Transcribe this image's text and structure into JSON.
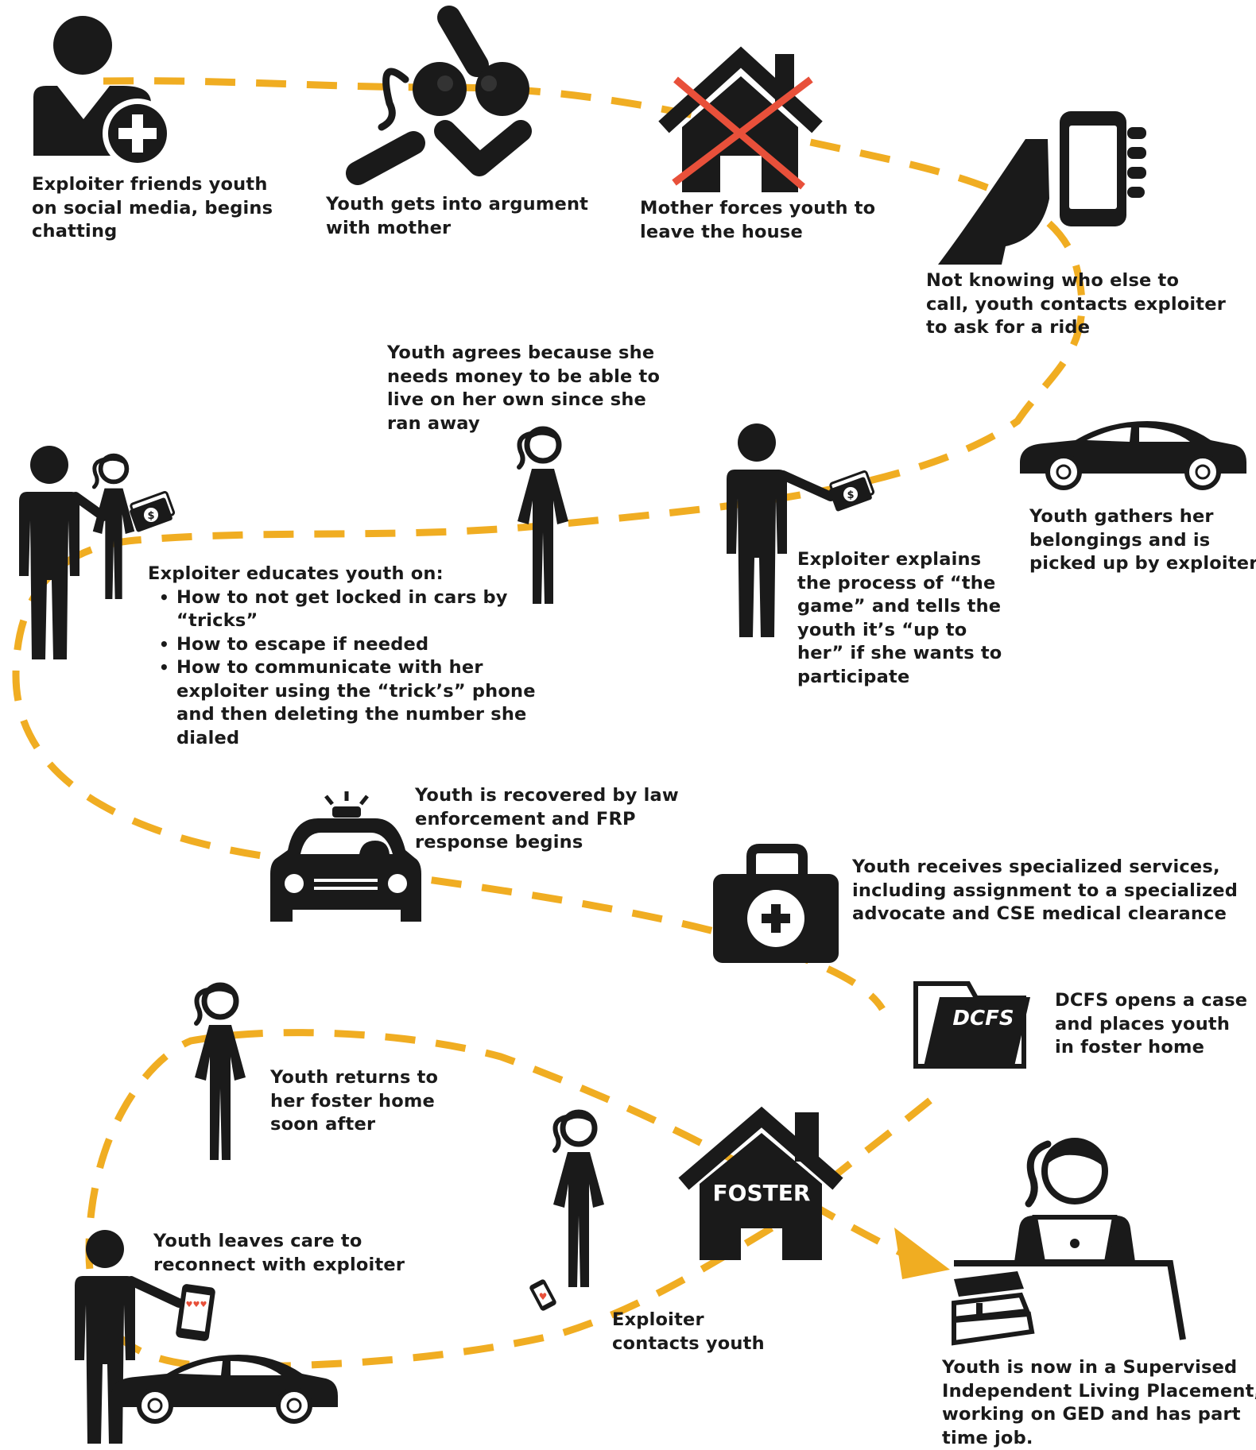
{
  "steps": {
    "s1": {
      "lines": [
        "Exploiter friends youth",
        "on social media, begins",
        "chatting"
      ]
    },
    "s2": {
      "lines": [
        "Youth gets into argument",
        "with mother"
      ]
    },
    "s3": {
      "lines": [
        "Mother forces youth to",
        "leave the house"
      ]
    },
    "s4": {
      "lines": [
        "Not knowing who else to",
        "call, youth contacts exploiter",
        "to ask for a ride"
      ]
    },
    "s5": {
      "lines": [
        "Youth gathers her",
        "belongings and is",
        "picked up by exploiter"
      ]
    },
    "s6": {
      "lines": [
        "Exploiter explains",
        "the process of “the",
        "game” and tells the",
        "youth it’s “up to",
        "her” if she wants to",
        "participate"
      ]
    },
    "s7": {
      "lines": [
        "Youth agrees because she",
        "needs money to be able to",
        "live on her own since she",
        "ran away"
      ]
    },
    "s8": {
      "heading": "Exploiter educates youth on:",
      "bullets": [
        [
          "How to not get locked in cars by",
          "“tricks”"
        ],
        [
          "How to escape if needed"
        ],
        [
          "How to communicate with her",
          "exploiter using the “trick’s” phone",
          "and then deleting the number she",
          "dialed"
        ]
      ]
    },
    "s9": {
      "lines": [
        "Youth is recovered by law",
        "enforcement and FRP",
        "response begins"
      ]
    },
    "s10": {
      "lines": [
        "Youth receives specialized services,",
        "including assignment to a specialized",
        "advocate and CSE medical clearance"
      ]
    },
    "s11": {
      "lines": [
        "DCFS opens a case",
        "and places youth",
        "in foster home"
      ]
    },
    "s12": {
      "lines": [
        "Youth returns to",
        "her foster home",
        "soon after"
      ]
    },
    "s13": {
      "lines": [
        "Youth leaves care to",
        "reconnect with exploiter"
      ]
    },
    "s14": {
      "lines": [
        "Exploiter",
        "contacts youth"
      ]
    },
    "s15": {
      "lines": [
        "Youth is now in a Supervised",
        "Independent Living Placement,",
        "working on GED and has part",
        "time job."
      ]
    }
  },
  "icon_text": {
    "folder": "DCFS",
    "house": "FOSTER"
  },
  "colors": {
    "path": "#f0ad22",
    "icon": "#1a1a1a",
    "cross": "#e8503a",
    "background": "#ffffff"
  }
}
